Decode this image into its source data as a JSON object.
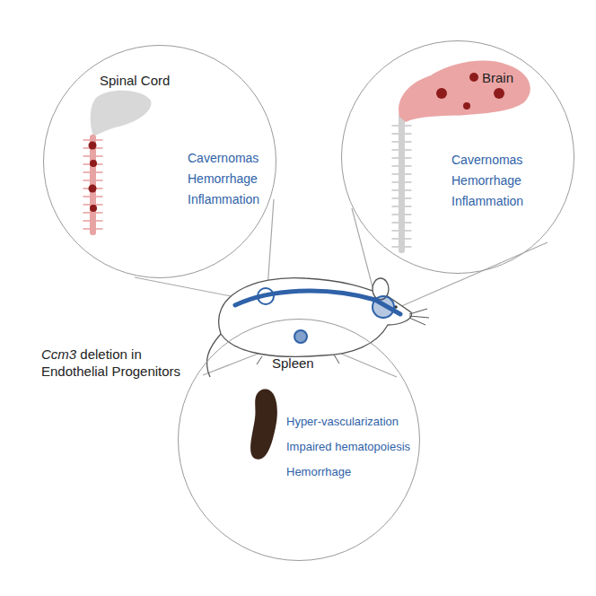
{
  "diagram": {
    "nodes": [
      {
        "text": [
          "Spinal Cord",
          "Cavernomas",
          "Hemorrhage",
          "Inflammation"
        ]
      },
      {
        "text": [
          "Brain",
          "Cavernomas",
          "Hemorrhage",
          "Inflammation"
        ]
      },
      {
        "text": [
          "Spleen",
          "Hyper-vascularization",
          "Impaired hematopoiesis",
          "Hemorrhage"
        ]
      }
    ],
    "labels": [
      "Ccm3",
      "deletion in Endothelial Progenitors"
    ]
  }
}
